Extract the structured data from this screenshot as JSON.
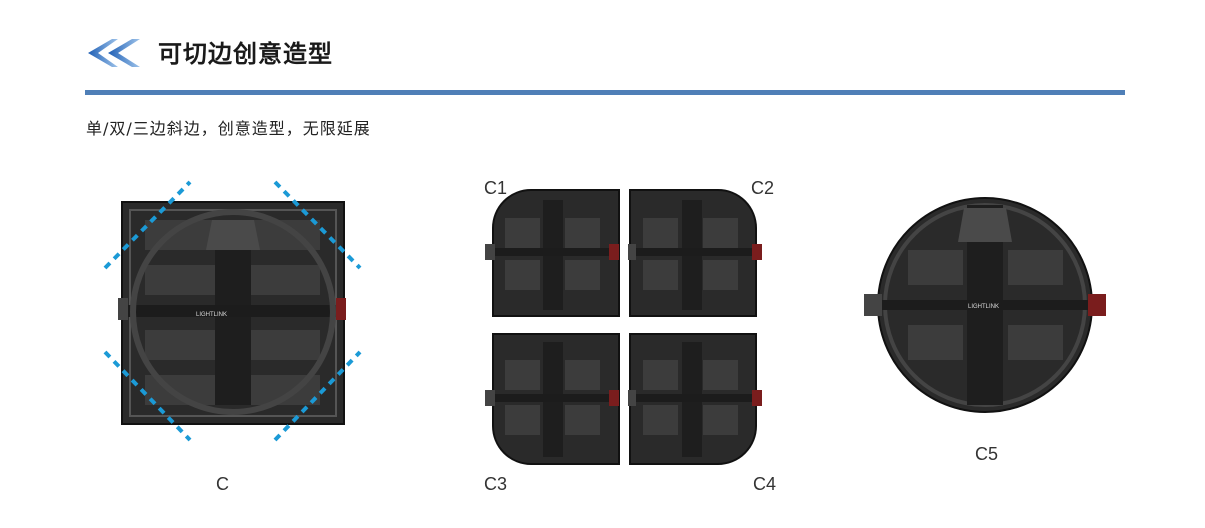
{
  "header": {
    "title": "可切边创意造型",
    "icon": "double-chevron-left-icon",
    "accent_color": "#4f7fb7",
    "icon_color": "#2f6fc6"
  },
  "subtitle": "单/双/三边斜边，创意造型，无限延展",
  "panels": {
    "c": "C",
    "c1": "C1",
    "c2": "C2",
    "c3": "C3",
    "c4": "C4",
    "c5": "C5"
  },
  "brand_mark": "LIGHTLINK",
  "cut_line_color": "#1b9ad6",
  "module_color": "#2a2a2a"
}
